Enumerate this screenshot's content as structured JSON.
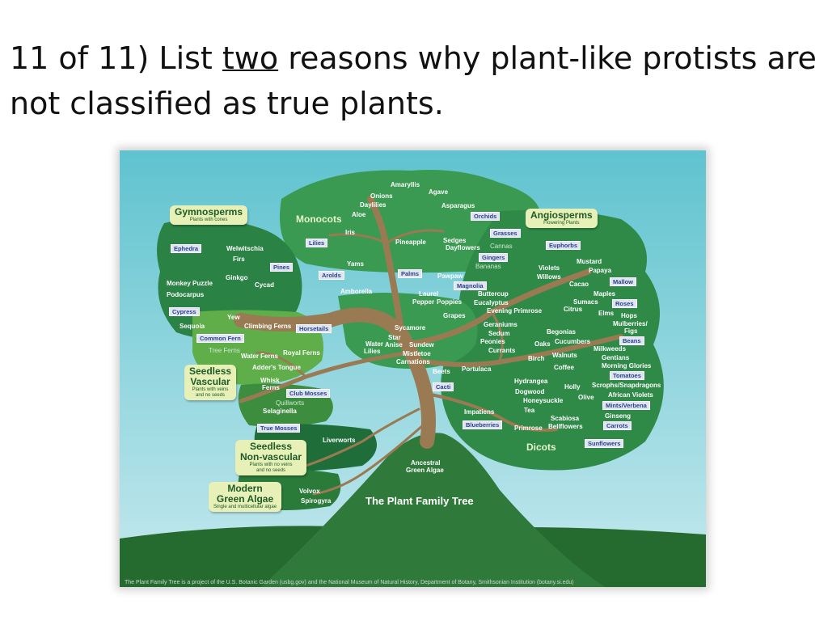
{
  "question": {
    "prefix": "11 of 11) List ",
    "emphasis": "two",
    "suffix": " reasons why plant-like protists are not classified as true plants."
  },
  "tree": {
    "title": "The Plant Family Tree",
    "credit": "The Plant Family Tree is a project of the U.S. Botanic Garden (usbg.gov) and the National Museum of Natural History, Department of Botany, Smithsonian Institution (botany.si.edu)",
    "groups": {
      "gymnosperms": {
        "title": "Gymnosperms",
        "sub": "Plants with cones"
      },
      "angiosperms": {
        "title": "Angiosperms",
        "sub": "Flowering Plants"
      },
      "seedless_vascular": {
        "title1": "Seedless",
        "title2": "Vascular",
        "sub1": "Plants with veins",
        "sub2": "and no seeds"
      },
      "seedless_nonvascular": {
        "title1": "Seedless",
        "title2": "Non-vascular",
        "sub1": "Plants with no veins",
        "sub2": "and no seeds"
      },
      "green_algae": {
        "title1": "Modern",
        "title2": "Green Algae",
        "sub": "Single and multicellular algae"
      }
    },
    "sections": {
      "monocots": "Monocots",
      "dicots": "Dicots"
    },
    "root_label": {
      "line1": "Ancestral",
      "line2": "Green Algae"
    },
    "labels": {
      "amaryllis": "Amaryllis",
      "onions": "Onions",
      "agave": "Agave",
      "daylilies": "Daylilies",
      "aloe": "Aloe",
      "asparagus": "Asparagus",
      "iris": "Iris",
      "pineapple": "Pineapple",
      "sedges": "Sedges",
      "dayflowers": "Dayflowers",
      "cannas": "Cannas",
      "bananas": "Bananas",
      "yams": "Yams",
      "amborella": "Amborella",
      "pawpaw": "Pawpaw",
      "laurel": "Laurel",
      "pepper": "Pepper",
      "poppies": "Poppies",
      "buttercup": "Buttercup",
      "eucalyptus": "Eucalyptus",
      "grapes": "Grapes",
      "evening_primrose": "Evening Primrose",
      "sycamore": "Sycamore",
      "star_anise": "Star",
      "star_anise2": "Anise",
      "water_lilies": "Water",
      "water_lilies2": "Lilies",
      "sundew": "Sundew",
      "mistletoe": "Mistletoe",
      "carnations": "Carnations",
      "beets": "Beets",
      "portulaca": "Portulaca",
      "geraniums": "Geraniums",
      "sedum": "Sedum",
      "peonies": "Peonies",
      "currants": "Currants",
      "violets": "Violets",
      "willows": "Willows",
      "mustard": "Mustard",
      "papaya": "Papaya",
      "cacao": "Cacao",
      "maples": "Maples",
      "sumacs": "Sumacs",
      "citrus": "Citrus",
      "elms": "Elms",
      "hops": "Hops",
      "mulberries": "Mulberries/",
      "figs": "Figs",
      "begonias": "Begonias",
      "oaks": "Oaks",
      "cucumbers": "Cucumbers",
      "milkweeds": "Milkweeds",
      "birch": "Birch",
      "walnuts": "Walnuts",
      "gentians": "Gentians",
      "morning_glories": "Morning Glories",
      "coffee": "Coffee",
      "hydrangea": "Hydrangea",
      "holly": "Holly",
      "scrophs": "Scrophs/Snapdragons",
      "dogwood": "Dogwood",
      "olive": "Olive",
      "african_violets": "African Violets",
      "honeysuckle": "Honeysuckle",
      "tea": "Tea",
      "ginseng": "Ginseng",
      "impatiens": "Impatiens",
      "scabiosa": "Scabiosa",
      "primrose": "Primrose",
      "bellflowers": "Bellflowers",
      "welwitschia": "Welwitschia",
      "firs": "Firs",
      "ginkgo": "Ginkgo",
      "cycad": "Cycad",
      "monkey_puzzle": "Monkey Puzzle",
      "podocarpus": "Podocarpus",
      "yew": "Yew",
      "sequoia": "Sequoia",
      "climbing_ferns": "Climbing Ferns",
      "tree_ferns": "Tree Ferns",
      "water_ferns": "Water Ferns",
      "royal_ferns": "Royal Ferns",
      "adders_tongue": "Adder's Tongue",
      "whisk": "Whisk",
      "whisk2": "Ferns",
      "quillworts": "Quillworts",
      "selaginella": "Selaginella",
      "liverworts": "Liverworts",
      "volvox": "Volvox",
      "spirogyra": "Spirogyra"
    },
    "tags": {
      "orchids": "Orchids",
      "grasses": "Grasses",
      "gingers": "Gingers",
      "lilies": "Lilies",
      "arolds": "Arolds",
      "palms": "Palms",
      "magnolia": "Magnolia",
      "euphorbs": "Euphorbs",
      "mallow": "Mallow",
      "roses": "Roses",
      "beans": "Beans",
      "tomatoes": "Tomatoes",
      "mints": "Mints/Verbena",
      "carrots": "Carrots",
      "sunflowers": "Sunflowers",
      "cacti": "Cacti",
      "blueberries": "Blueberries",
      "ephedra": "Ephedra",
      "pines": "Pines",
      "cypress": "Cypress",
      "horsetails": "Horsetails",
      "common_fern": "Common Fern",
      "club_mosses": "Club Mosses",
      "true_mosses": "True Mosses"
    }
  },
  "colors": {
    "sky": "#a9dde6",
    "canopy": "#2f8a48",
    "canopy_dark": "#1f6e3a",
    "trunk": "#9a7a52",
    "hill": "#2f7a3a",
    "ground": "#256b30",
    "group_box": "#e7f0b6",
    "tag_text": "#2b3f8c"
  }
}
